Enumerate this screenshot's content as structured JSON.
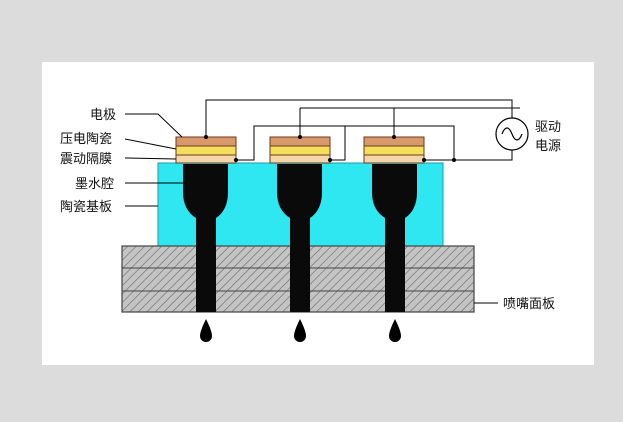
{
  "labels": {
    "electrode": "电极",
    "piezo_ceramic": "压电陶瓷",
    "vibration_diaphragm": "震动隔膜",
    "ink_chamber": "墨水腔",
    "ceramic_substrate": "陶瓷基板",
    "nozzle_plate": "喷嘴面板",
    "drive_power_line1": "驱动",
    "drive_power_line2": "电源"
  },
  "colors": {
    "page_bg": "#dcdcdc",
    "panel_bg": "#ffffff",
    "substrate": "#2fe7f1",
    "ink": "#0a0a0a",
    "electrode_brown": "#d89a6a",
    "piezo_yellow": "#f3df5a",
    "diaphragm_peach": "#f5d6a8",
    "nozzle_plate_gray": "#bdbdbd",
    "wire": "#000000"
  },
  "icons": {
    "power_source": "ac-sine-source-icon"
  }
}
